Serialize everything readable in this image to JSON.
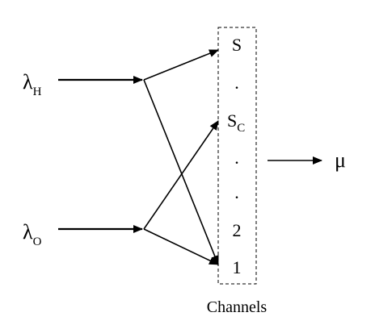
{
  "inputs": {
    "hot": {
      "symbol": "λ",
      "subscript": "H"
    },
    "cold": {
      "symbol": "λ",
      "subscript": "O"
    }
  },
  "channels": {
    "top": "S",
    "dot_1": ".",
    "critical": {
      "symbol": "S",
      "subscript": "C"
    },
    "dot_2": ".",
    "dot_3": ".",
    "two": "2",
    "one": "1"
  },
  "caption": "Channels",
  "output": {
    "symbol": "μ"
  }
}
